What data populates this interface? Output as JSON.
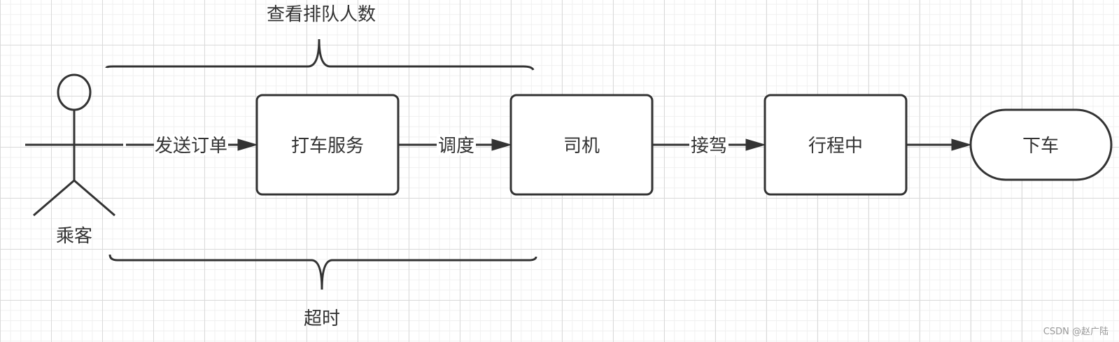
{
  "diagram": {
    "actor": {
      "label": "乘客"
    },
    "nodes": {
      "taxi_service": {
        "label": "打车服务"
      },
      "driver": {
        "label": "司机"
      },
      "in_trip": {
        "label": "行程中"
      },
      "drop_off": {
        "label": "下车"
      }
    },
    "edges": {
      "send_order": {
        "label": "发送订单"
      },
      "dispatch": {
        "label": "调度"
      },
      "pickup": {
        "label": "接驾"
      }
    },
    "braces": {
      "top": {
        "label": "查看排队人数"
      },
      "bottom": {
        "label": "超时"
      }
    }
  },
  "watermark": "CSDN @赵广陆"
}
